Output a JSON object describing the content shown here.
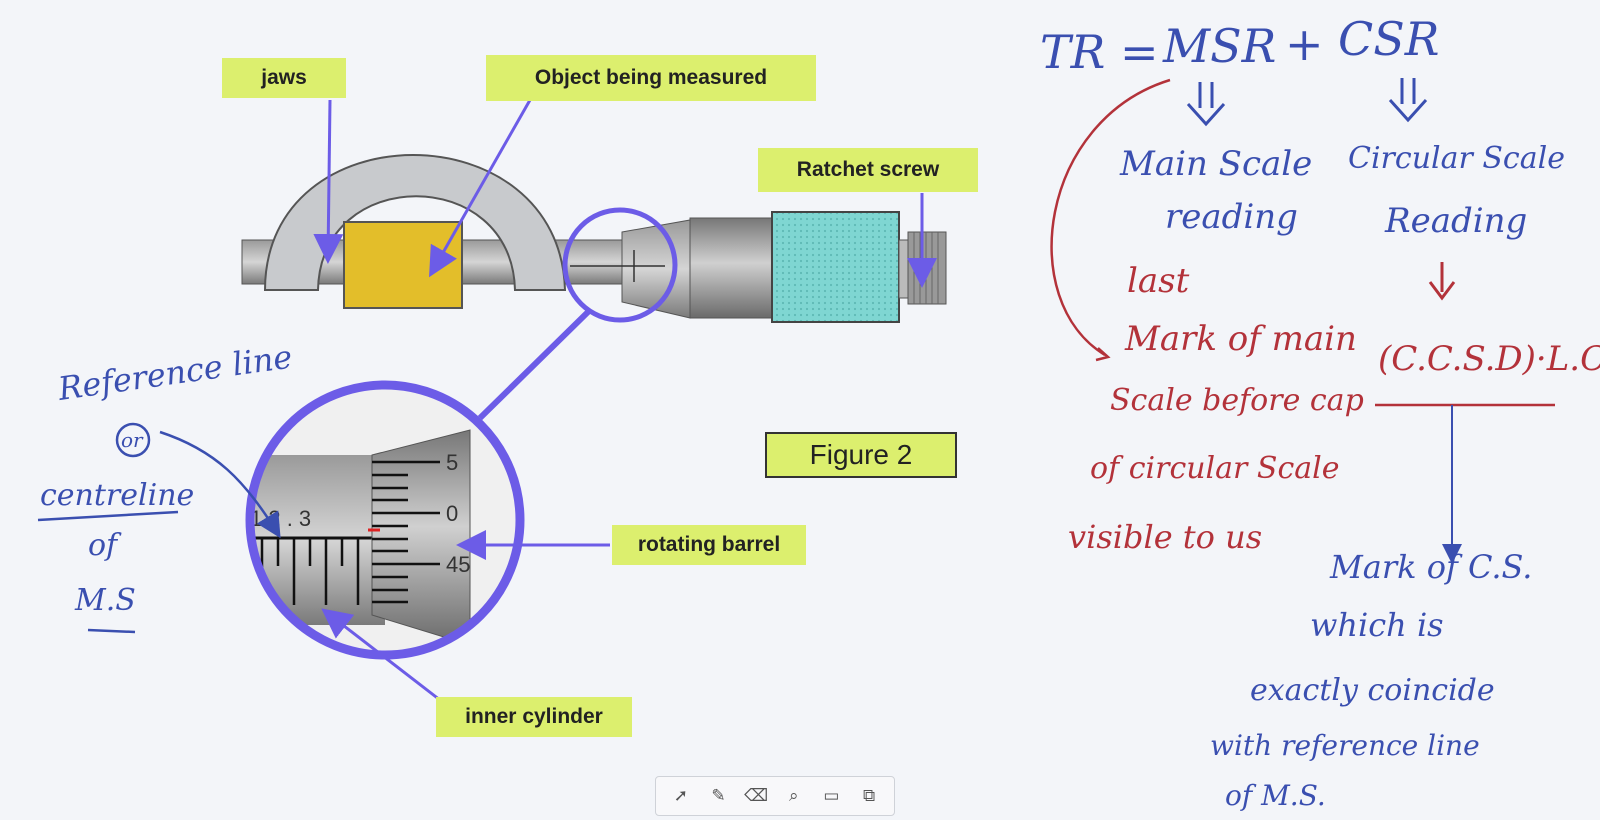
{
  "diagram": {
    "labels": {
      "jaws": "jaws",
      "object": "Object being measured",
      "ratchet": "Ratchet screw",
      "figure": "Figure 2",
      "rotating_barrel": "rotating barrel",
      "inner_cylinder": "inner cylinder"
    },
    "main_scale_text": "1 2 . 3",
    "thimble_numbers": [
      "5",
      "0",
      "45"
    ],
    "colors": {
      "callout": "#dcef6e",
      "frame": "#c8cacd",
      "object": "#e3be2a",
      "ratchet_knob": "#7fd6d2",
      "magnifier_ring": "#6c5ce7",
      "arrow": "#6c5ce7"
    }
  },
  "notes": {
    "formula": {
      "left": "TR =",
      "msr": "MSR",
      "plus": "+",
      "csr": "CSR"
    },
    "main_scale_reading": [
      "Main Scale",
      "reading"
    ],
    "circular_scale_reading": [
      "Circular Scale",
      "Reading"
    ],
    "msr_definition": [
      "last",
      "Mark of main",
      "Scale before cap",
      "of circular Scale",
      "visible to us"
    ],
    "csr_formula": "(C.C.S.D)·L.C",
    "csr_definition": [
      "Mark of C.S.",
      "which is",
      "exactly coincide",
      "with reference line",
      "of M.S."
    ],
    "reference_line": [
      "Reference line",
      "or",
      "centreline",
      "of",
      "M.S"
    ],
    "colors": {
      "blue_ink": "#3a4fb0",
      "red_ink": "#b3323a"
    }
  },
  "toolbar": {
    "tools": [
      {
        "icon": "pointer-icon",
        "glyph": "➚"
      },
      {
        "icon": "pen-icon",
        "glyph": "✎"
      },
      {
        "icon": "eraser-icon",
        "glyph": "⌫"
      },
      {
        "icon": "search-icon",
        "glyph": "⌕"
      },
      {
        "icon": "comment-icon",
        "glyph": "▭"
      },
      {
        "icon": "present-icon",
        "glyph": "⧉"
      }
    ]
  }
}
